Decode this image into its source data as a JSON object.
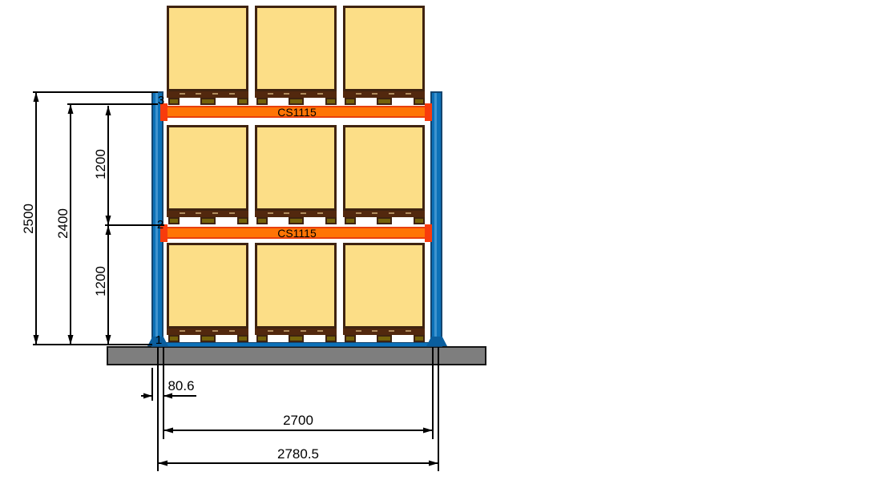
{
  "diagram": {
    "type": "pallet-rack-elevation-drawing",
    "beams": [
      {
        "label": "CS1115",
        "level": "3"
      },
      {
        "label": "CS1115",
        "level": "2"
      }
    ],
    "levels": {
      "l3": "3",
      "l2": "2",
      "l1": "1"
    },
    "dims": {
      "total_height": "2500",
      "beam_top_height": "2400",
      "level_spacing_upper": "1200",
      "level_spacing_lower": "1200",
      "upright_depth": "80.6",
      "clear_entry": "2700",
      "overall_depth": "2780.5"
    },
    "colors": {
      "upright_blue": "#0c71b8",
      "beam_orange": "#ff7405",
      "connector_red": "#f83b0c",
      "load_yellow": "#fcde87",
      "pallet_brown": "#52280e",
      "block_olive": "#75620a",
      "floor_gray": "#7e7e7e",
      "line_black": "#000000"
    }
  }
}
